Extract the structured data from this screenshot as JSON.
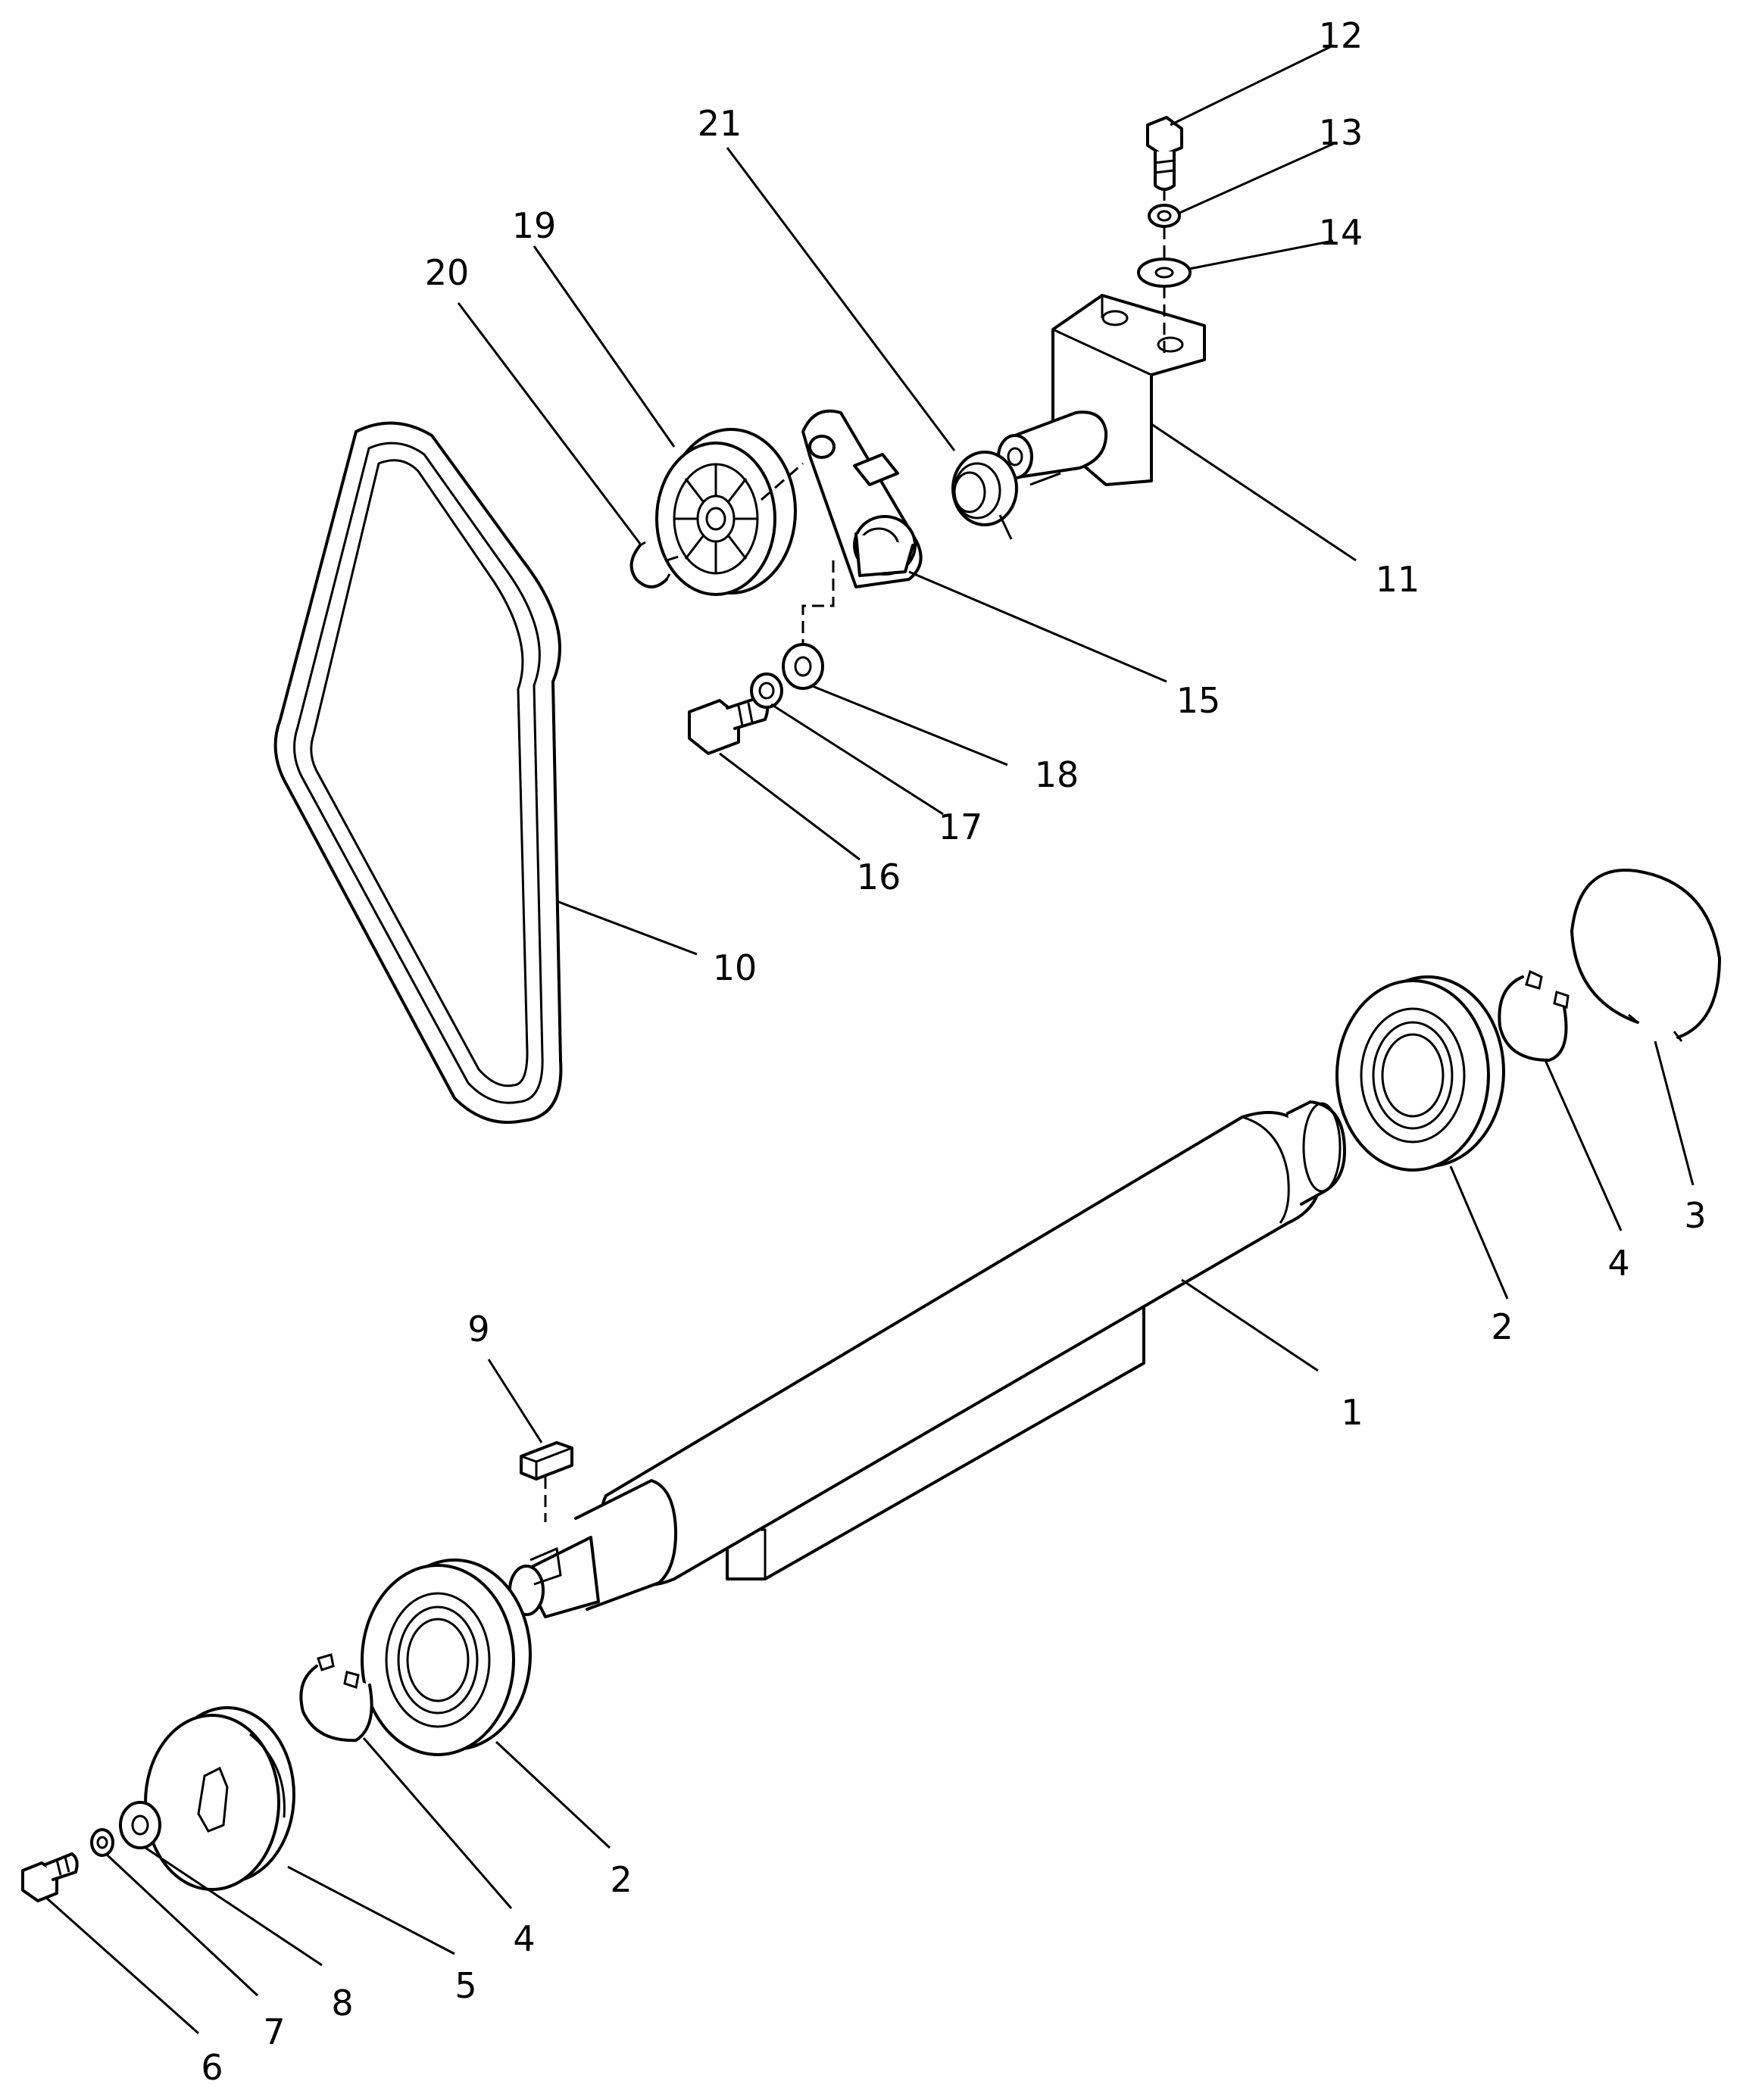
{
  "diagram": {
    "ink_color": "#000000",
    "background_color": "#ffffff",
    "callouts": [
      {
        "id": "1",
        "label": "1"
      },
      {
        "id": "2a",
        "label": "2"
      },
      {
        "id": "2b",
        "label": "2"
      },
      {
        "id": "3",
        "label": "3"
      },
      {
        "id": "4a",
        "label": "4"
      },
      {
        "id": "4b",
        "label": "4"
      },
      {
        "id": "5",
        "label": "5"
      },
      {
        "id": "6",
        "label": "6"
      },
      {
        "id": "7",
        "label": "7"
      },
      {
        "id": "8",
        "label": "8"
      },
      {
        "id": "9",
        "label": "9"
      },
      {
        "id": "10",
        "label": "10"
      },
      {
        "id": "11",
        "label": "11"
      },
      {
        "id": "12",
        "label": "12"
      },
      {
        "id": "13",
        "label": "13"
      },
      {
        "id": "14",
        "label": "14"
      },
      {
        "id": "15",
        "label": "15"
      },
      {
        "id": "16",
        "label": "16"
      },
      {
        "id": "17",
        "label": "17"
      },
      {
        "id": "18",
        "label": "18"
      },
      {
        "id": "19",
        "label": "19"
      },
      {
        "id": "20",
        "label": "20"
      },
      {
        "id": "21",
        "label": "21"
      }
    ]
  }
}
